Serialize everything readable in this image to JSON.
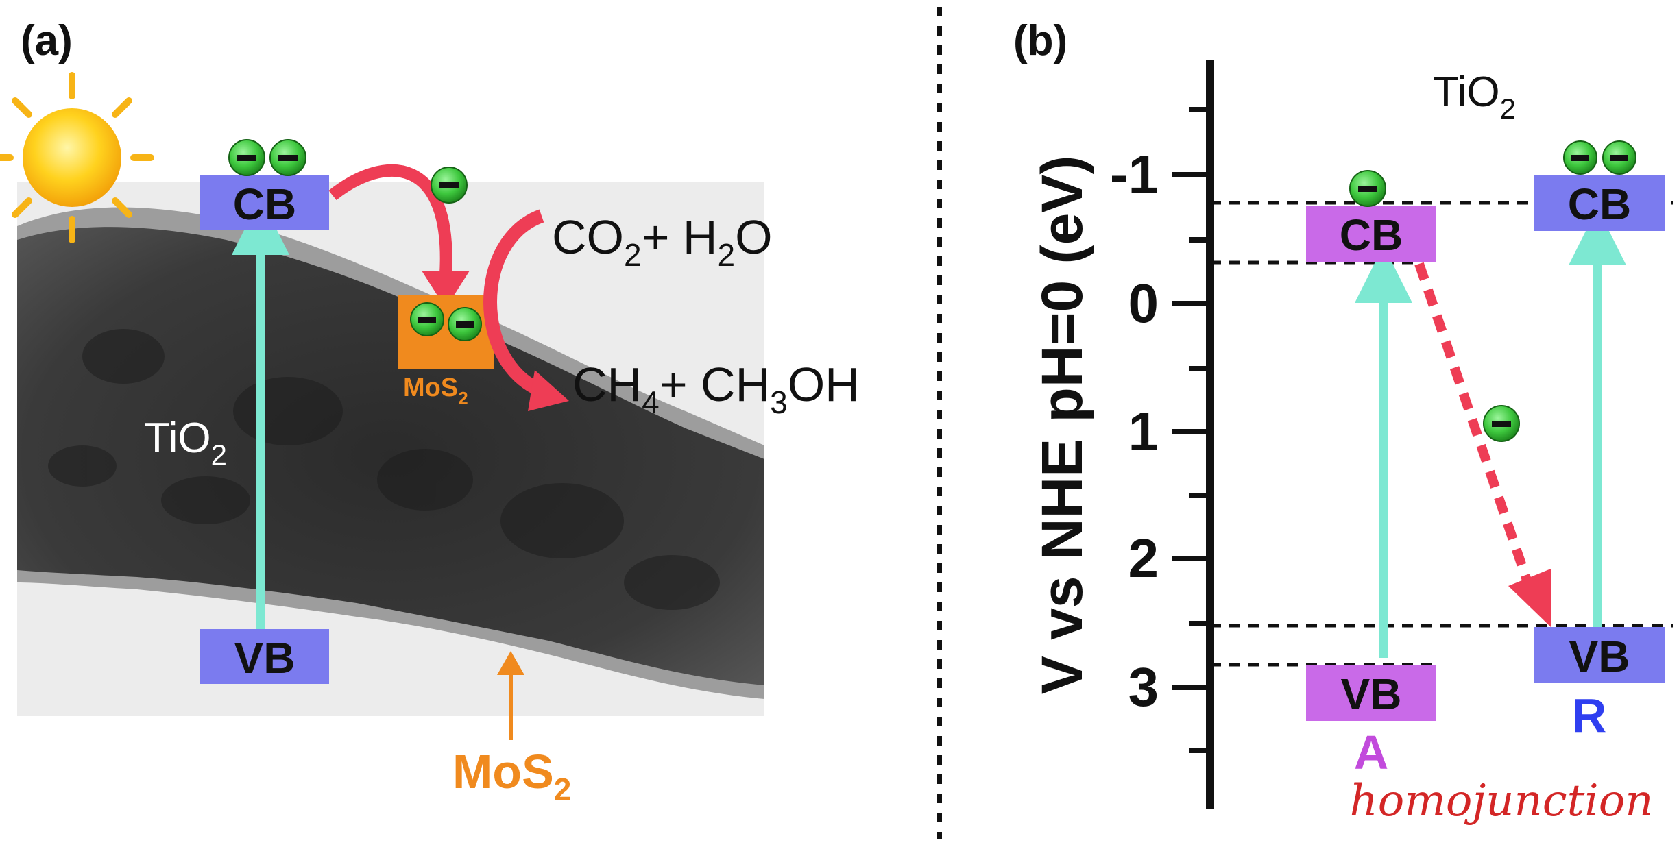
{
  "panel_a": {
    "label": "(a)",
    "cb_label": "CB",
    "vb_label": "VB",
    "tio2": "TiO",
    "tio2_sub": "2",
    "mos2_small": "MoS",
    "mos2_small_sub": "2",
    "mos2_big": "MoS",
    "mos2_big_sub": "2",
    "reactants": {
      "a": "CO",
      "a_sub": "2",
      "b": "+ H",
      "b_sub": "2",
      "c": "O"
    },
    "products": {
      "a": "CH",
      "a_sub": "4",
      "b": "+ CH",
      "b_sub": "3",
      "c": "OH"
    },
    "electron": "−"
  },
  "panel_b": {
    "label": "(b)",
    "axis_title": "V vs NHE pH=0 (eV)",
    "tio2": "TiO",
    "tio2_sub": "2",
    "ticks": [
      "-1",
      "0",
      "1",
      "2",
      "3"
    ],
    "anatase": {
      "cb_label": "CB",
      "vb_label": "VB",
      "name": "A"
    },
    "rutile": {
      "cb_label": "CB",
      "vb_label": "VB",
      "name": "R"
    },
    "homojunction": "homojunction",
    "electron": "−"
  },
  "colors": {
    "band_box_blue": "#7b7bef",
    "band_box_purple": "#c96ae8",
    "mos2_orange": "#f08a1e",
    "arrow_teal": "#7de8d2",
    "arrow_red": "#ee3d55",
    "electron_green": "#3ec83e",
    "label_purple": "#c24bdc",
    "label_blue": "#2f3ff0",
    "homojunction_red": "#d32626"
  }
}
